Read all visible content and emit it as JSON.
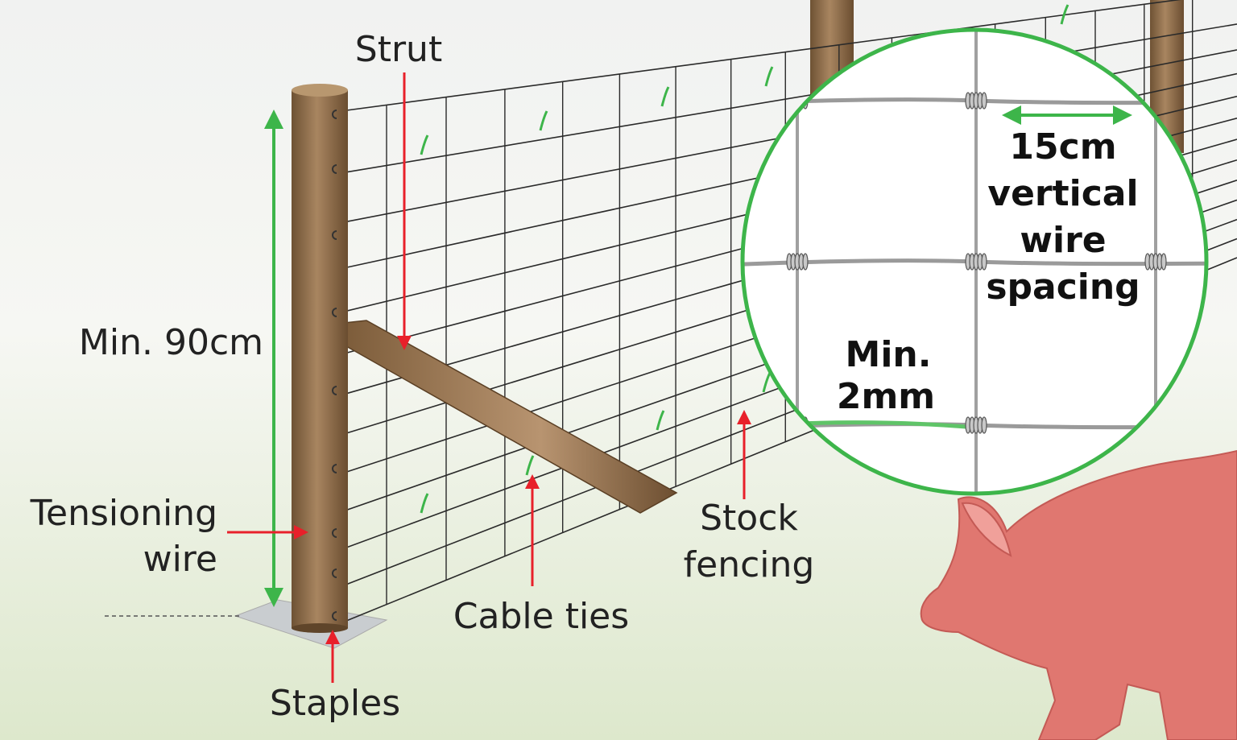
{
  "labels": {
    "strut": "Strut",
    "min_height": "Min. 90cm",
    "tensioning_1": "Tensioning",
    "tensioning_2": "wire",
    "staples": "Staples",
    "cable_ties": "Cable ties",
    "stock_1": "Stock",
    "stock_2": "fencing"
  },
  "inset": {
    "spacing_1": "15cm",
    "spacing_2": "vertical",
    "spacing_3": "wire",
    "spacing_4": "spacing",
    "gauge_1": "Min.",
    "gauge_2": "2mm"
  },
  "colors": {
    "post": "#8a6a45",
    "annotation_arrow": "#e8202a",
    "measure_arrow": "#3db54a",
    "inset_border": "#3db54a",
    "pig": "#e07770",
    "wire": "#2a2a2a"
  }
}
